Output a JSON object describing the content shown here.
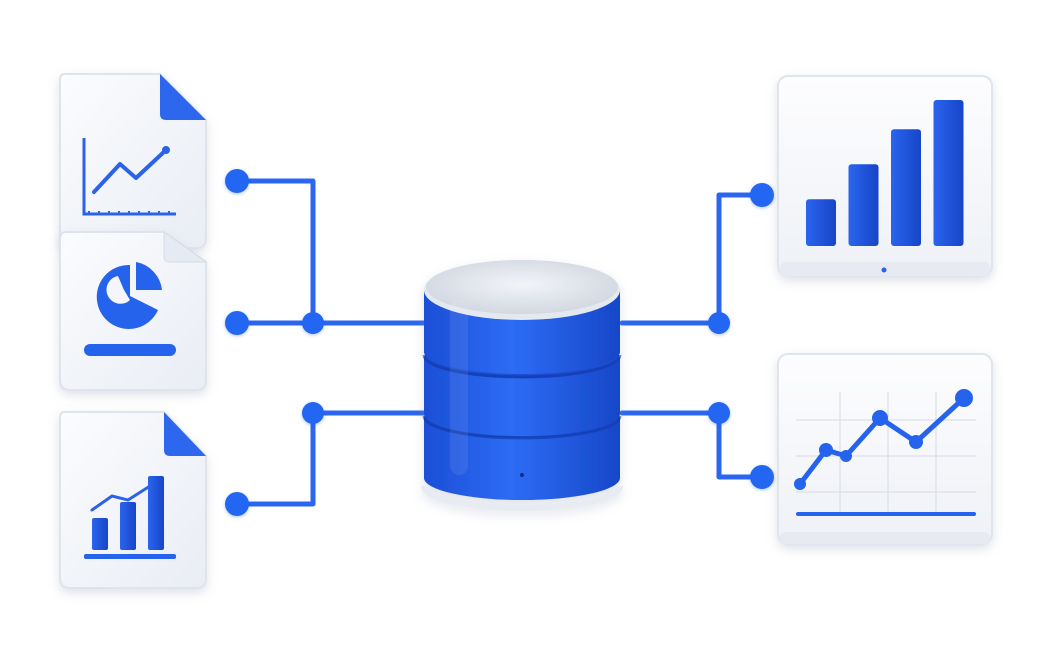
{
  "colors": {
    "accent": "#1f5ee8",
    "accent_dark": "#0f3fb8",
    "accent_light": "#4d86ff",
    "connector": "#2b66f0",
    "card_fill": "#f4f6fb",
    "card_edge": "#dfe3ec",
    "db_top": "#dde1e8"
  },
  "diagram": {
    "type": "data-flow",
    "center": {
      "name": "database",
      "icon": "database-cylinder-icon",
      "layers": 3
    },
    "sources": [
      {
        "id": "line-chart-document",
        "icon": "line-chart-document-icon"
      },
      {
        "id": "pie-chart-document",
        "icon": "pie-chart-document-icon"
      },
      {
        "id": "bar-chart-document",
        "icon": "bar-chart-document-icon"
      }
    ],
    "outputs": [
      {
        "id": "bar-chart-panel",
        "icon": "bar-chart-panel-icon",
        "bar_levels": [
          0.32,
          0.56,
          0.8,
          1.0
        ]
      },
      {
        "id": "line-chart-panel",
        "icon": "line-chart-panel-icon"
      }
    ]
  }
}
